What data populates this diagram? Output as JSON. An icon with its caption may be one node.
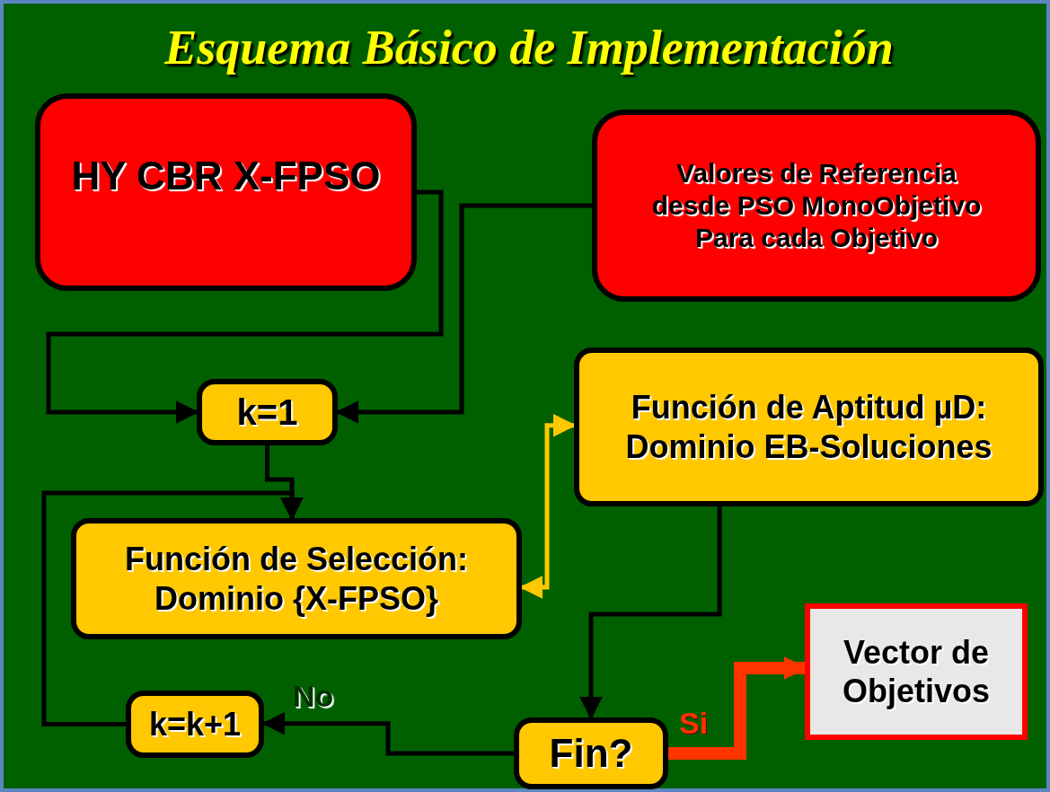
{
  "diagram": {
    "title": "Esquema Básico de Implementación",
    "nodes": [
      {
        "text": [
          "HY CBR X-FPSO"
        ]
      },
      {
        "text": [
          "Valores de Referencia desde PSO MonoObjetivo Para cada Objetivo"
        ]
      },
      {
        "text": [
          "k=1"
        ]
      },
      {
        "text": [
          "Función de Selección: Dominio {X-FPSO}"
        ]
      },
      {
        "text": [
          "Función de Aptitud µD: Dominio EB-Soluciones"
        ]
      },
      {
        "text": [
          "k=k+1"
        ]
      },
      {
        "text": [
          "Fin?"
        ]
      },
      {
        "text": [
          "Vector de Objetivos"
        ]
      }
    ],
    "edges": [
      {
        "from": 0,
        "to": 2,
        "arrow": "to"
      },
      {
        "from": 1,
        "to": 2,
        "arrow": "to"
      },
      {
        "from": 2,
        "to": 3,
        "arrow": "to"
      },
      {
        "from": 5,
        "to": 3,
        "arrow": "to"
      },
      {
        "from": 3,
        "to": 4,
        "arrow": "both",
        "color": "#ffc800"
      },
      {
        "from": 4,
        "to": 6,
        "arrow": "to"
      },
      {
        "from": 6,
        "to": 5,
        "arrow": "to",
        "label": "No"
      },
      {
        "from": 6,
        "to": 7,
        "arrow": "to",
        "label": "Si",
        "style": "thick",
        "color": "#ff3300"
      }
    ]
  }
}
